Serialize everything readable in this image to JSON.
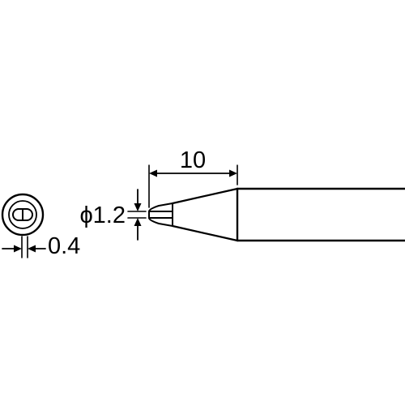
{
  "dimensions": {
    "length": "10",
    "tip_diameter": "ϕ1.2",
    "tip_thickness": "0.4"
  },
  "colors": {
    "line": "#000000",
    "background": "#ffffff"
  }
}
